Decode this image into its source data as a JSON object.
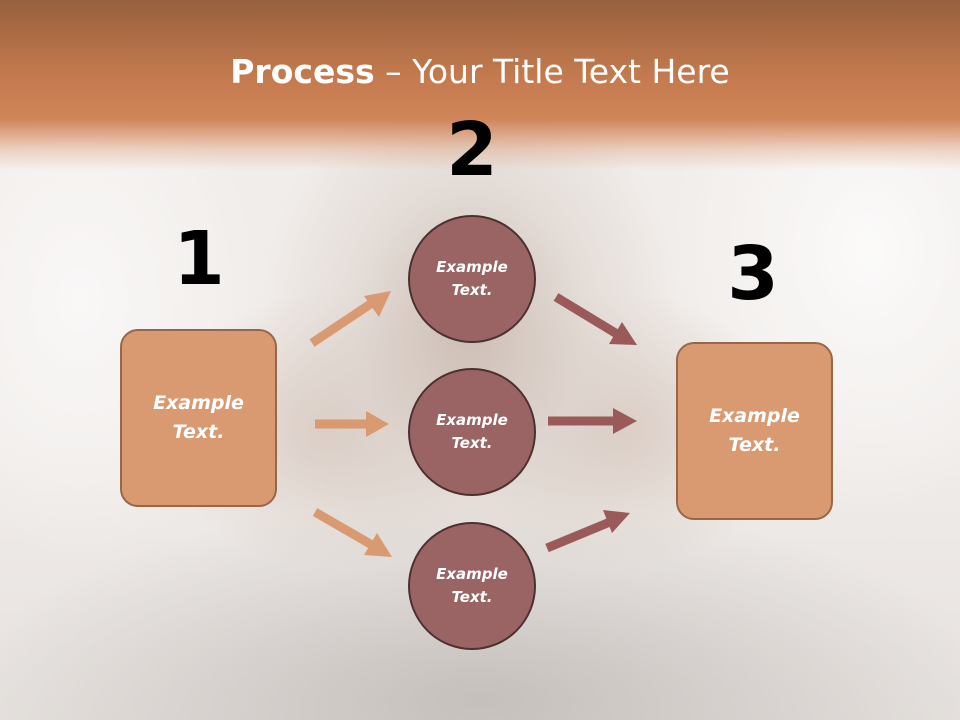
{
  "title": {
    "bold": "Process",
    "rest": " – Your Title Text Here"
  },
  "steps": [
    {
      "number": "1"
    },
    {
      "number": "2"
    },
    {
      "number": "3"
    }
  ],
  "left_box": {
    "line1": "Example",
    "line2": "Text."
  },
  "right_box": {
    "line1": "Example",
    "line2": "Text."
  },
  "circles": [
    {
      "line1": "Example",
      "line2": "Text."
    },
    {
      "line1": "Example",
      "line2": "Text."
    },
    {
      "line1": "Example",
      "line2": "Text."
    }
  ],
  "colors": {
    "title_band": "#c47a4e",
    "box_fill": "#d99a72",
    "circle_fill": "#9a6464",
    "arrow_left": "#d99a72",
    "arrow_right": "#9a5a5a"
  }
}
